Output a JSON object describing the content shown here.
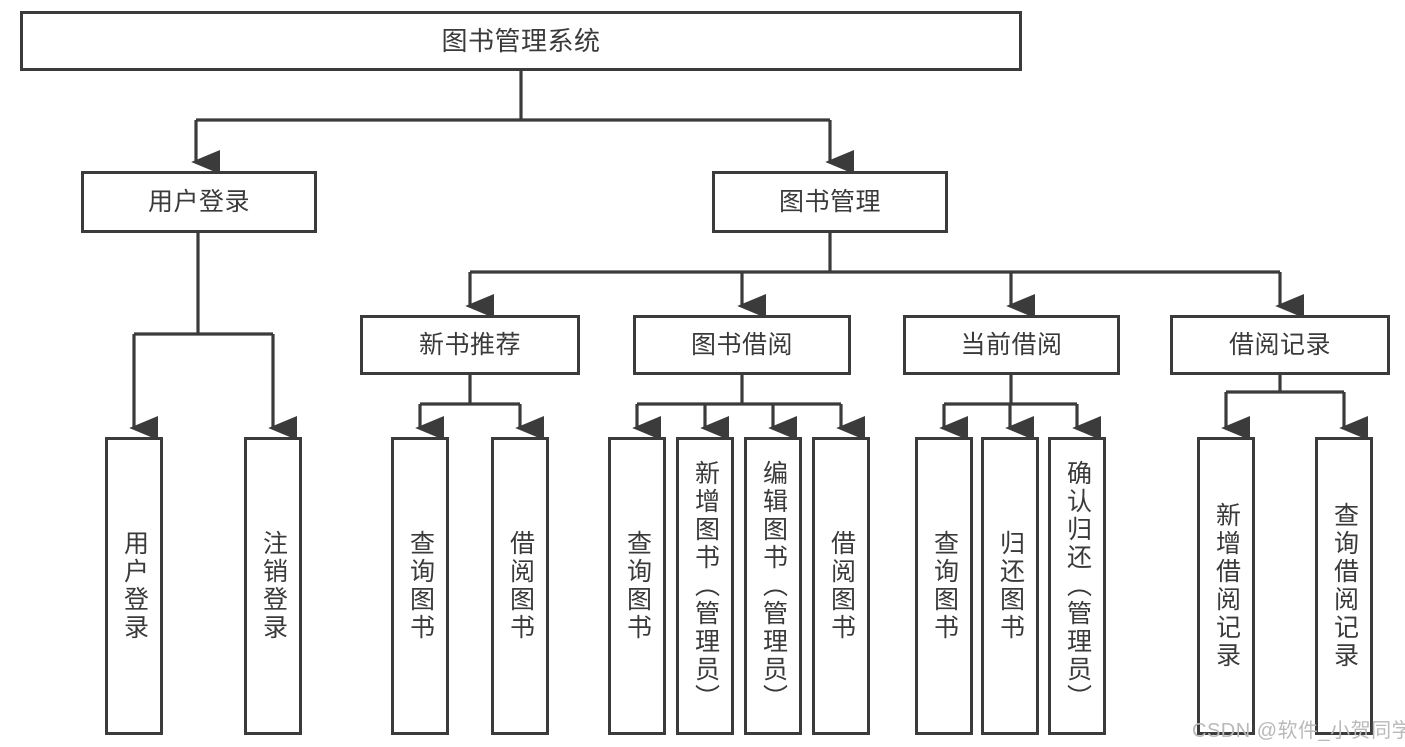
{
  "diagram": {
    "title": "图书管理系统",
    "type": "tree-structure-chart",
    "root": {
      "label": "图书管理系统"
    },
    "level1": [
      {
        "label": "用户登录"
      },
      {
        "label": "图书管理"
      }
    ],
    "level2": [
      {
        "label": "新书推荐"
      },
      {
        "label": "图书借阅"
      },
      {
        "label": "当前借阅"
      },
      {
        "label": "借阅记录"
      }
    ],
    "leaves": {
      "user_login": [
        {
          "label": "用户登录"
        },
        {
          "label": "注销登录"
        }
      ],
      "new_book_recommend": [
        {
          "label": "查询图书"
        },
        {
          "label": "借阅图书"
        }
      ],
      "book_borrow": [
        {
          "label": "查询图书"
        },
        {
          "label": "新增图书（管理员）"
        },
        {
          "label": "编辑图书（管理员）"
        },
        {
          "label": "借阅图书"
        }
      ],
      "current_borrow": [
        {
          "label": "查询图书"
        },
        {
          "label": "归还图书"
        },
        {
          "label": "确认归还（管理员）"
        }
      ],
      "borrow_records": [
        {
          "label": "新增借阅记录"
        },
        {
          "label": "查询借阅记录"
        }
      ]
    }
  },
  "watermark": {
    "text": "CSDN @软件_小贺同学"
  },
  "colors": {
    "border": "#3b3b3b",
    "text": "#3a3a3a",
    "background": "#ffffff",
    "watermark": "#b9b9b9"
  }
}
